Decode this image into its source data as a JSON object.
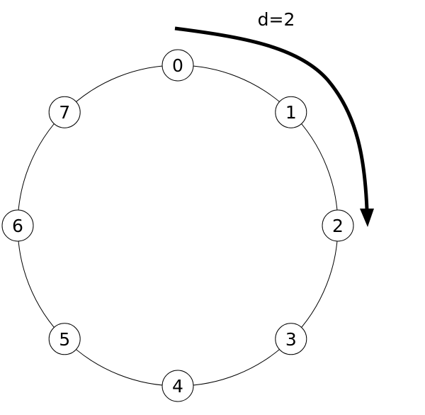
{
  "ring": {
    "nodes": [
      "0",
      "1",
      "2",
      "3",
      "4",
      "5",
      "6",
      "7"
    ]
  },
  "arrow": {
    "label": "d=2"
  }
}
